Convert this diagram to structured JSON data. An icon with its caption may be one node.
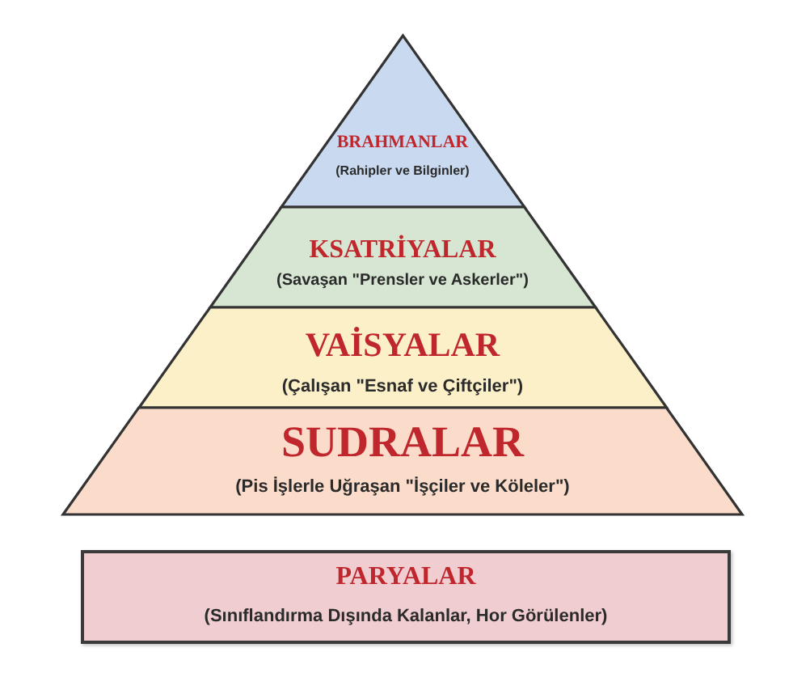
{
  "diagram": {
    "nodes": [
      {
        "text": [
          "BRAHMANLAR",
          "(Rahipler ve Bilginler)"
        ]
      },
      {
        "text": [
          "KSATRİYALAR",
          "(Savaşan \"Prensler ve Askerler\")"
        ]
      },
      {
        "text": [
          "VAİSYALAR",
          "(Çalışan \"Esnaf ve Çiftçiler\")"
        ]
      },
      {
        "text": [
          "SUDRALAR",
          "(Pis İşlerle Uğraşan \"İşçiler ve Köleler\")"
        ]
      },
      {
        "text": [
          "PARYALAR",
          "(Sınıflandırma Dışında Kalanlar, Hor Görülenler)"
        ]
      }
    ]
  }
}
